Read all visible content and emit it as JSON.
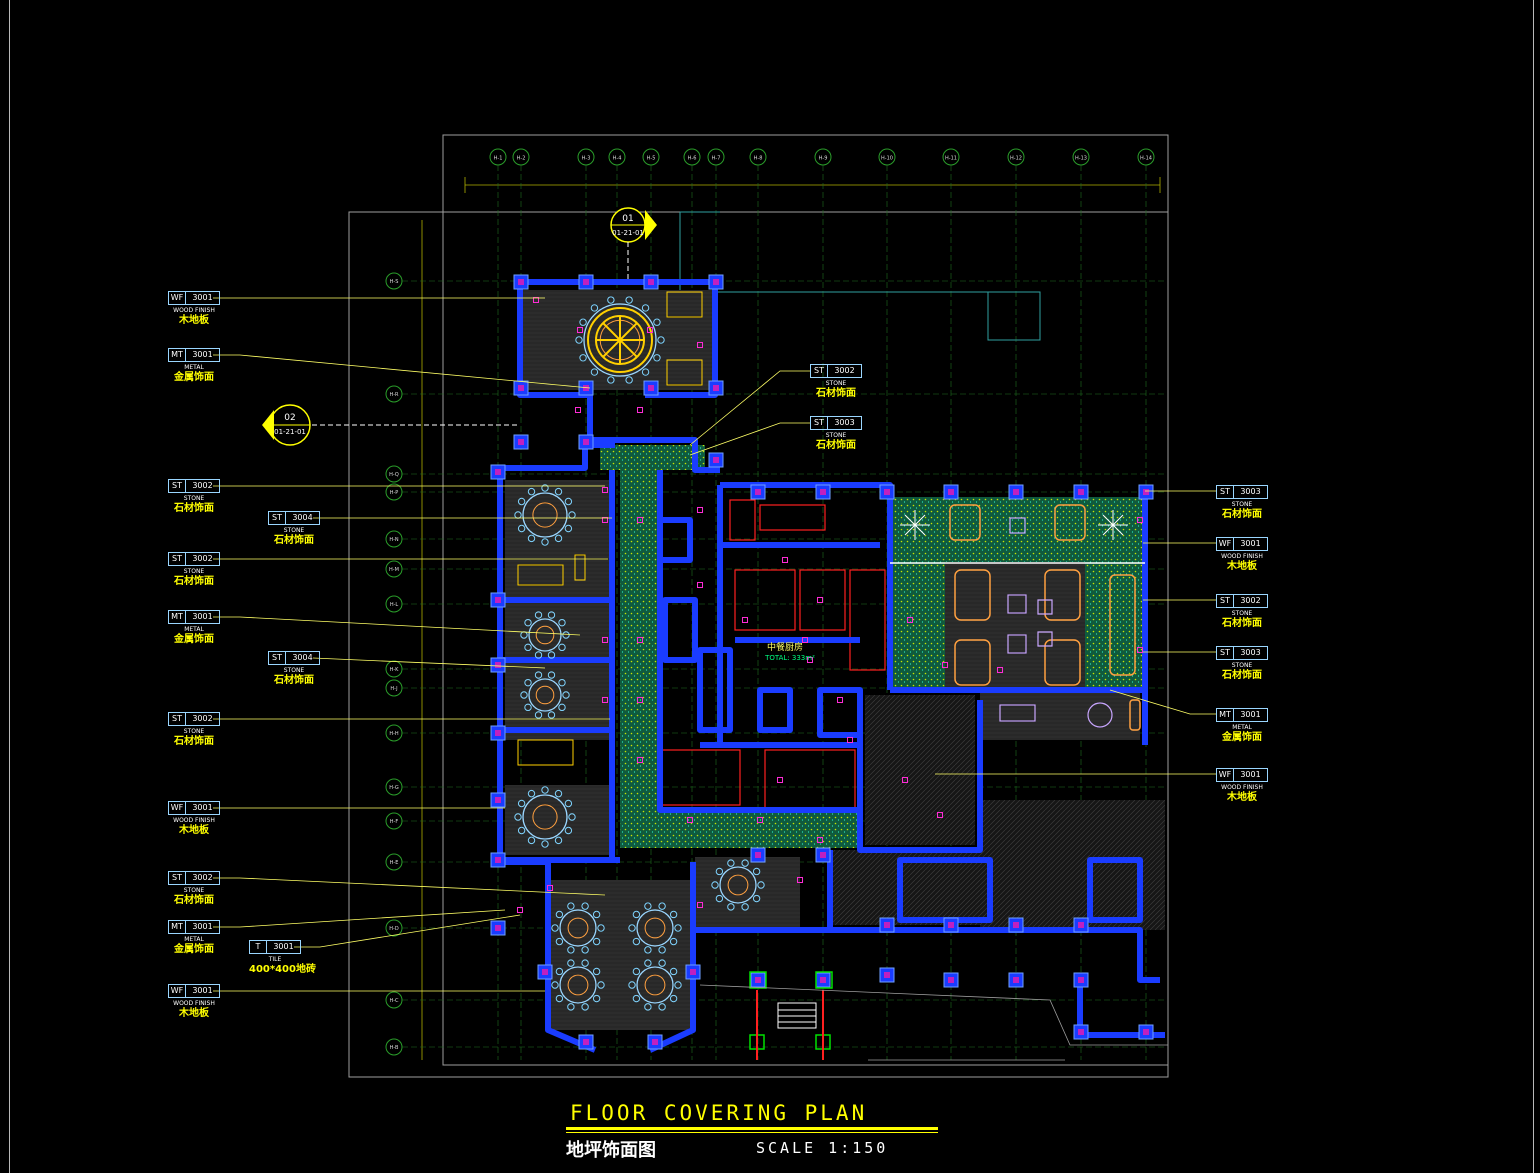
{
  "drawing": {
    "title_en": "FLOOR COVERING PLAN",
    "title_cn": "地坪饰面图",
    "scale": "SCALE 1:150"
  },
  "grid": {
    "columns": [
      "H-1",
      "H-2",
      "H-3",
      "H-4",
      "H-5",
      "H-6",
      "H-7",
      "H-8",
      "H-9",
      "H-10",
      "H-11",
      "H-12",
      "H-13",
      "H-14"
    ],
    "rows": [
      "H-S",
      "H-R",
      "H-Q",
      "H-P",
      "H-N",
      "H-M",
      "H-L",
      "H-K",
      "H-J",
      "H-H",
      "H-G",
      "H-F",
      "H-E",
      "H-D",
      "H-C",
      "H-B"
    ]
  },
  "section_markers": [
    {
      "id": "01",
      "ref": "01-21-01"
    },
    {
      "id": "02",
      "ref": "01-21-01"
    }
  ],
  "room_labels": {
    "kitchen": "中餐厨房",
    "kitchen_area": "TOTAL: 333m²"
  },
  "legend_left": [
    {
      "code": "WF",
      "num": "3001",
      "en": "WOOD FINISH",
      "cn": "木地板"
    },
    {
      "code": "MT",
      "num": "3001",
      "en": "METAL",
      "cn": "金属饰面"
    },
    {
      "code": "ST",
      "num": "3002",
      "en": "STONE",
      "cn": "石材饰面"
    },
    {
      "code": "ST",
      "num": "3004",
      "en": "STONE",
      "cn": "石材饰面"
    },
    {
      "code": "ST",
      "num": "3002",
      "en": "STONE",
      "cn": "石材饰面"
    },
    {
      "code": "MT",
      "num": "3001",
      "en": "METAL",
      "cn": "金属饰面"
    },
    {
      "code": "ST",
      "num": "3004",
      "en": "STONE",
      "cn": "石材饰面"
    },
    {
      "code": "ST",
      "num": "3002",
      "en": "STONE",
      "cn": "石材饰面"
    },
    {
      "code": "WF",
      "num": "3001",
      "en": "WOOD FINISH",
      "cn": "木地板"
    },
    {
      "code": "ST",
      "num": "3002",
      "en": "STONE",
      "cn": "石材饰面"
    },
    {
      "code": "MT",
      "num": "3001",
      "en": "METAL",
      "cn": "金属饰面"
    },
    {
      "code": "T",
      "num": "3001",
      "en": "TILE",
      "cn": "400*400地砖"
    },
    {
      "code": "WF",
      "num": "3001",
      "en": "WOOD FINISH",
      "cn": "木地板"
    }
  ],
  "legend_center": [
    {
      "code": "ST",
      "num": "3002",
      "en": "STONE",
      "cn": "石材饰面"
    },
    {
      "code": "ST",
      "num": "3003",
      "en": "STONE",
      "cn": "石材饰面"
    }
  ],
  "legend_right": [
    {
      "code": "ST",
      "num": "3003",
      "en": "STONE",
      "cn": "石材饰面"
    },
    {
      "code": "WF",
      "num": "3001",
      "en": "WOOD FINISH",
      "cn": "木地板"
    },
    {
      "code": "ST",
      "num": "3002",
      "en": "STONE",
      "cn": "石材饰面"
    },
    {
      "code": "ST",
      "num": "3003",
      "en": "STONE",
      "cn": "石材饰面"
    },
    {
      "code": "MT",
      "num": "3001",
      "en": "METAL",
      "cn": "金属饰面"
    },
    {
      "code": "WF",
      "num": "3001",
      "en": "WOOD FINISH",
      "cn": "木地板"
    }
  ],
  "colors": {
    "wall": "#1a3cff",
    "grid": "#2a9d2a",
    "text_yellow": "#ffff00",
    "stone_fill": "#0f6b4a",
    "furniture": "#7fd4ff",
    "accent": "#ff2bd6",
    "red": "#ff2020",
    "boundary": "#9e9e9e"
  }
}
